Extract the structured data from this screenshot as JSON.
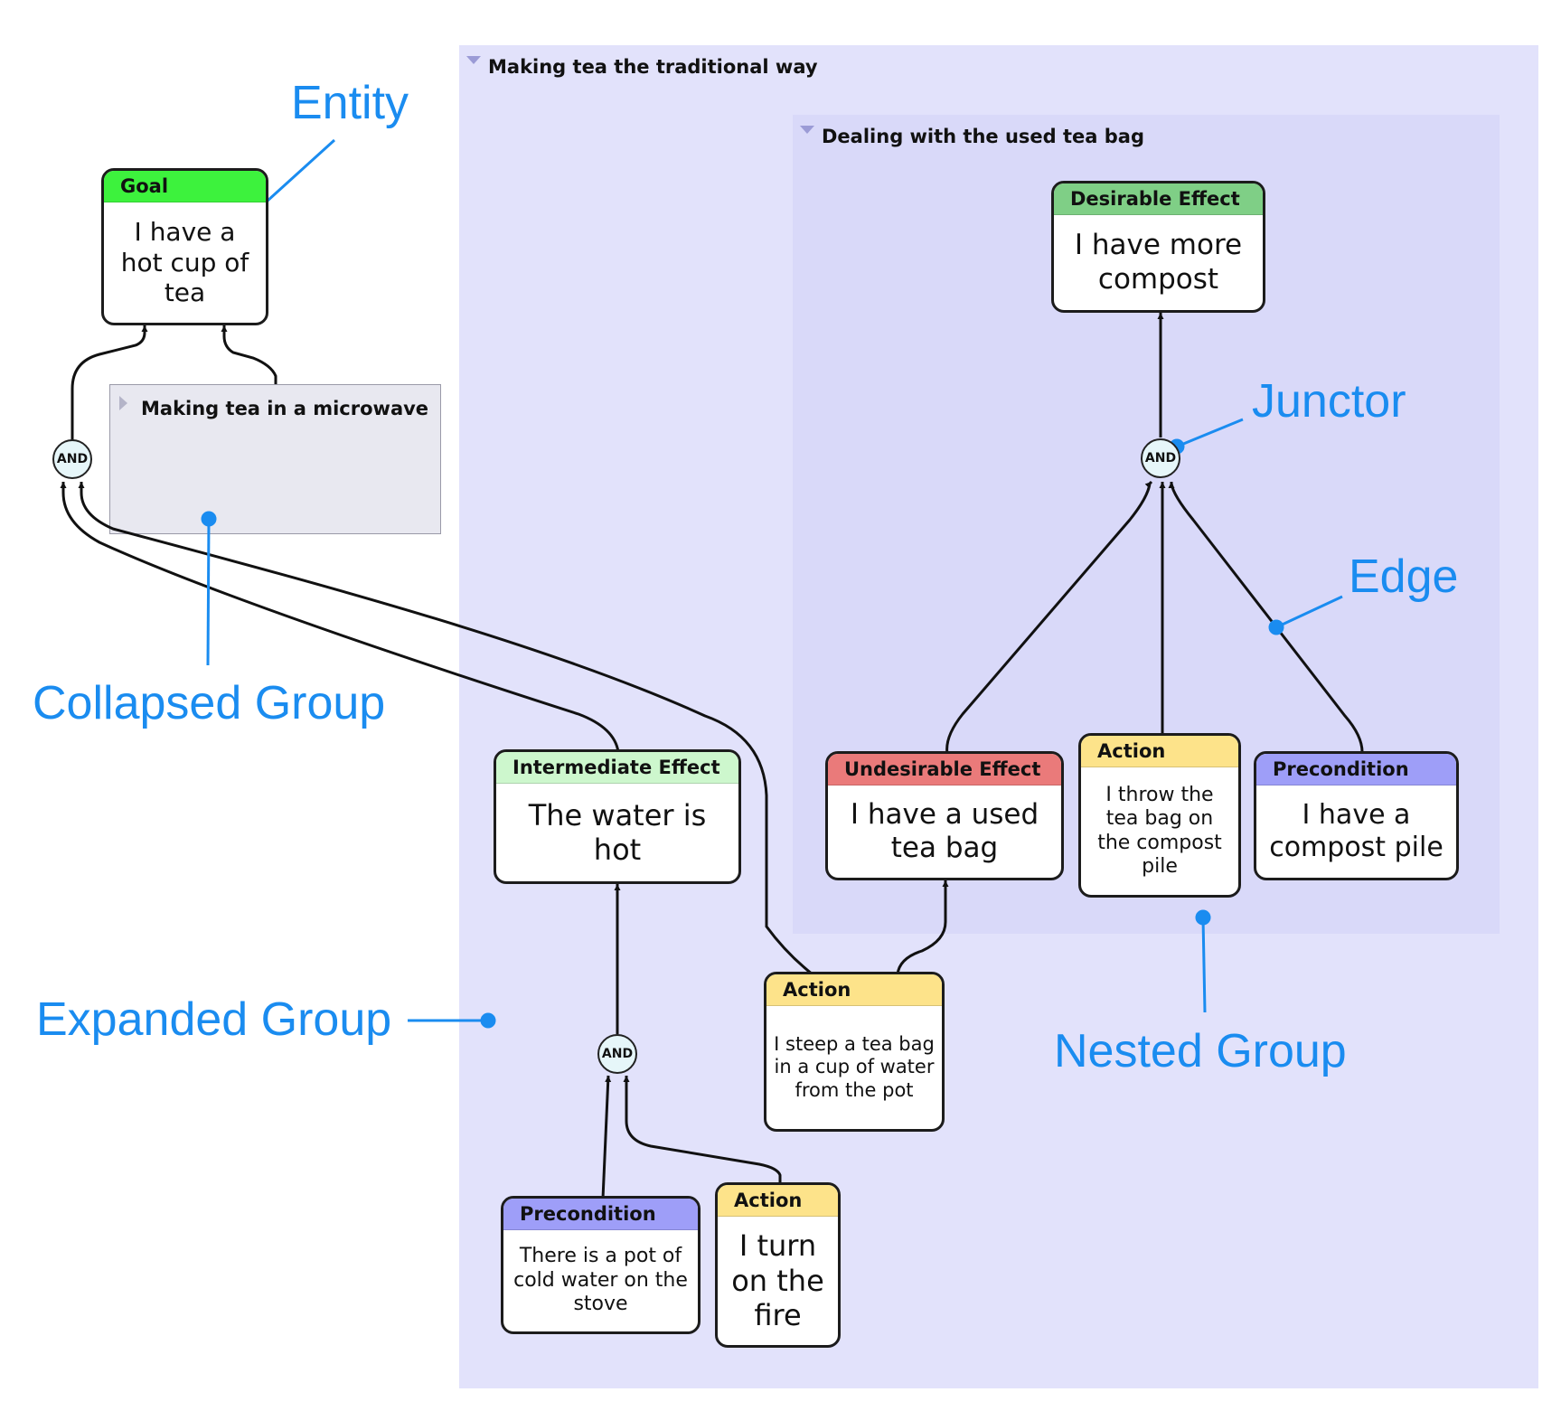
{
  "colors": {
    "outer_group_bg": "#e2e2fb",
    "nested_group_bg": "#d9d9f9",
    "collapsed_group_bg": "#e8e8f0",
    "callout": "#1a8cf0",
    "goal": "#3df23d",
    "intermediate_effect": "#cdf7cd",
    "desirable_effect": "#7fcf86",
    "undesirable_effect": "#ea7a7a",
    "action": "#fde38a",
    "precondition": "#9e9ef8"
  },
  "groups": {
    "outer": "Making tea the traditional way",
    "nested": "Dealing with the used tea bag",
    "collapsed": "Making tea in a microwave"
  },
  "entities": {
    "goal": {
      "type": "Goal",
      "text": "I have a hot cup of tea"
    },
    "desirable": {
      "type": "Desirable Effect",
      "text": "I have more compost"
    },
    "intermediate": {
      "type": "Intermediate Effect",
      "text": "The water is hot"
    },
    "undesirable": {
      "type": "Undesirable Effect",
      "text": "I have a used tea bag"
    },
    "action_throw": {
      "type": "Action",
      "text": "I throw the tea bag on the compost pile"
    },
    "precondition_compost": {
      "type": "Precondition",
      "text": "I have a compost pile"
    },
    "action_steep": {
      "type": "Action",
      "text": "I steep a tea bag in a cup of water from the pot"
    },
    "precondition_water": {
      "type": "Precondition",
      "text": "There is a pot of cold water on the stove"
    },
    "action_fire": {
      "type": "Action",
      "text": "I turn on the fire"
    }
  },
  "junctors": {
    "j1": "AND",
    "j2": "AND",
    "j3": "AND"
  },
  "callouts": {
    "entity": "Entity",
    "junctor": "Junctor",
    "edge": "Edge",
    "collapsed_group": "Collapsed Group",
    "expanded_group": "Expanded Group",
    "nested_group": "Nested Group"
  }
}
